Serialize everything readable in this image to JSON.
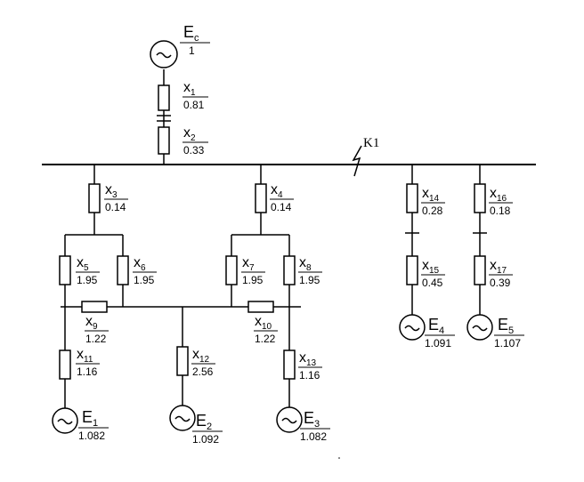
{
  "fault_label": "K1",
  "sources": [
    {
      "id": "Ec",
      "letter": "E",
      "sub": "c",
      "value": "1"
    },
    {
      "id": "E1",
      "letter": "E",
      "sub": "1",
      "value": "1.082"
    },
    {
      "id": "E2",
      "letter": "E",
      "sub": "2",
      "value": "1.092"
    },
    {
      "id": "E3",
      "letter": "E",
      "sub": "3",
      "value": "1.082"
    },
    {
      "id": "E4",
      "letter": "E",
      "sub": "4",
      "value": "1.091"
    },
    {
      "id": "E5",
      "letter": "E",
      "sub": "5",
      "value": "1.107"
    }
  ],
  "reactances": [
    {
      "id": "x1",
      "letter": "x",
      "sub": "1",
      "value": "0.81"
    },
    {
      "id": "x2",
      "letter": "x",
      "sub": "2",
      "value": "0.33"
    },
    {
      "id": "x3",
      "letter": "x",
      "sub": "3",
      "value": "0.14"
    },
    {
      "id": "x4",
      "letter": "x",
      "sub": "4",
      "value": "0.14"
    },
    {
      "id": "x5",
      "letter": "x",
      "sub": "5",
      "value": "1.95"
    },
    {
      "id": "x6",
      "letter": "x",
      "sub": "6",
      "value": "1.95"
    },
    {
      "id": "x7",
      "letter": "x",
      "sub": "7",
      "value": "1.95"
    },
    {
      "id": "x8",
      "letter": "x",
      "sub": "8",
      "value": "1.95"
    },
    {
      "id": "x9",
      "letter": "x",
      "sub": "9",
      "value": "1.22"
    },
    {
      "id": "x10",
      "letter": "x",
      "sub": "10",
      "value": "1.22"
    },
    {
      "id": "x11",
      "letter": "x",
      "sub": "11",
      "value": "1.16"
    },
    {
      "id": "x12",
      "letter": "x",
      "sub": "12",
      "value": "2.56"
    },
    {
      "id": "x13",
      "letter": "x",
      "sub": "13",
      "value": "1.16"
    },
    {
      "id": "x14",
      "letter": "x",
      "sub": "14",
      "value": "0.28"
    },
    {
      "id": "x15",
      "letter": "x",
      "sub": "15",
      "value": "0.45"
    },
    {
      "id": "x16",
      "letter": "x",
      "sub": "16",
      "value": "0.18"
    },
    {
      "id": "x17",
      "letter": "x",
      "sub": "17",
      "value": "0.39"
    }
  ]
}
